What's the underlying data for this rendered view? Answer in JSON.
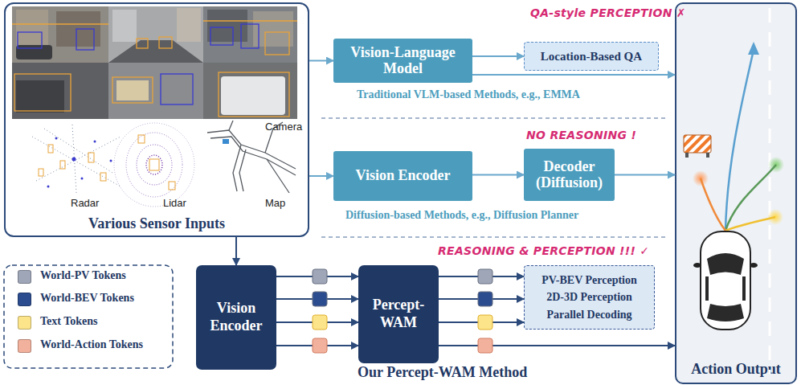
{
  "diagram": {
    "nodes": [
      {
        "text": [
          "Various Sensor Inputs"
        ]
      },
      {
        "text": [
          "Vision-Language Model"
        ]
      },
      {
        "text": [
          "Location-Based QA"
        ]
      },
      {
        "text": [
          "Vision Encoder"
        ]
      },
      {
        "text": [
          "Decoder (Diffusion)"
        ]
      },
      {
        "text": [
          "Vision Encoder"
        ]
      },
      {
        "text": [
          "Percept-WAM"
        ]
      },
      {
        "text": [
          "PV-BEV Perception",
          "2D-3D Perception",
          "Parallel Decoding"
        ]
      },
      {
        "text": [
          "Action Output"
        ]
      }
    ],
    "edges": [
      {
        "from": 0,
        "to": 1,
        "arrow": "to"
      },
      {
        "from": 1,
        "to": 2,
        "arrow": "to"
      },
      {
        "from": 1,
        "to": 8,
        "arrow": "to"
      },
      {
        "from": 0,
        "to": 3,
        "arrow": "to"
      },
      {
        "from": 3,
        "to": 4,
        "arrow": "to"
      },
      {
        "from": 4,
        "to": 8,
        "arrow": "to"
      },
      {
        "from": 0,
        "to": 5,
        "arrow": "to"
      },
      {
        "from": 5,
        "to": 6,
        "arrow": "to"
      },
      {
        "from": 6,
        "to": 7,
        "arrow": "to"
      },
      {
        "from": 6,
        "to": 8,
        "arrow": "to"
      }
    ],
    "labels": [
      "QA-style PERCEPTION ✗",
      "Traditional VLM-based Methods, e.g., EMMA",
      "NO REASONING !",
      "Diffusion-based Methods, e.g., Diffusion Planner",
      "REASONING & PERCEPTION !!! ✓",
      "Our Percept-WAM Method",
      "Camera",
      "Radar",
      "Lidar",
      "Map"
    ],
    "legend": [
      {
        "text": "World-PV Tokens",
        "color": "#9ea6b8"
      },
      {
        "text": "World-BEV Tokens",
        "color": "#2b4d8f"
      },
      {
        "text": "Text Tokens",
        "color": "#fce48a"
      },
      {
        "text": "World-Action Tokens",
        "color": "#f2b19c"
      }
    ]
  }
}
